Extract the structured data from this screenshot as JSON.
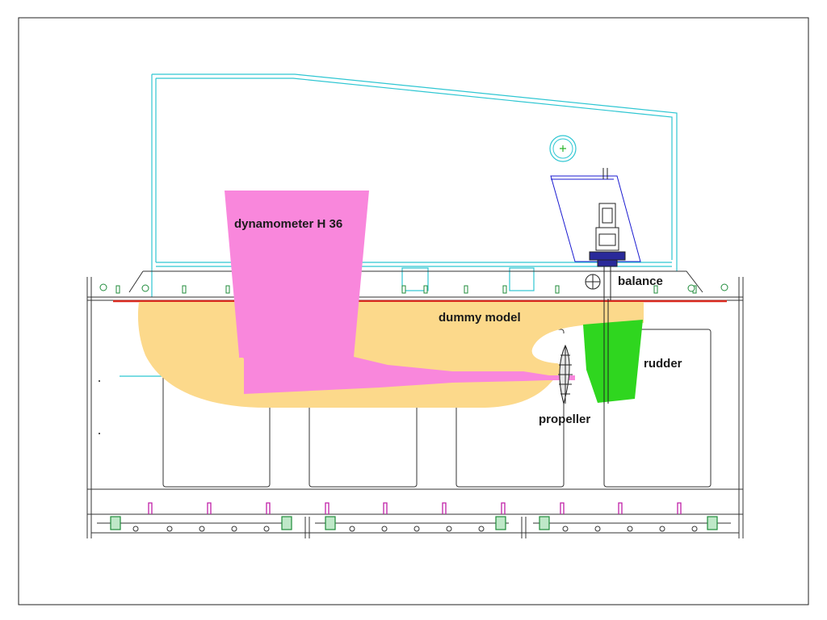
{
  "labels": {
    "dynamometer": "dynamometer H 36",
    "balance": "balance",
    "dummy_model": "dummy model",
    "rudder": "rudder",
    "propeller": "propeller"
  },
  "colors": {
    "dynamometer": "#f987dc",
    "dummy_model": "#fcd98b",
    "rudder": "#2fd61f",
    "frame": "#2ec6d2",
    "structure": "#333333",
    "mount": "#1a1ad0",
    "rail": "#d92a1f",
    "pin": "#c020a8"
  }
}
